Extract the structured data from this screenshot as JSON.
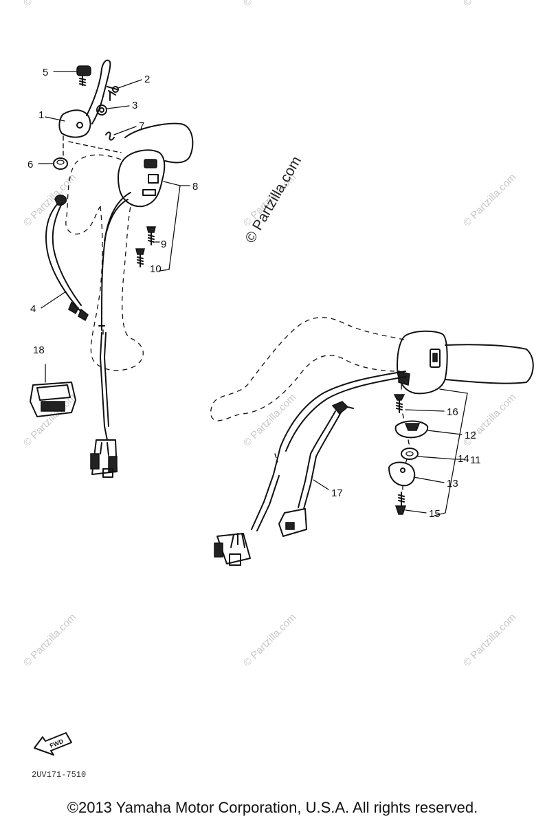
{
  "watermark": {
    "text": "© Partzilla.com"
  },
  "callouts": [
    {
      "id": "1",
      "label": "1"
    },
    {
      "id": "2",
      "label": "2"
    },
    {
      "id": "3",
      "label": "3"
    },
    {
      "id": "4",
      "label": "4"
    },
    {
      "id": "5",
      "label": "5"
    },
    {
      "id": "6",
      "label": "6"
    },
    {
      "id": "7",
      "label": "7"
    },
    {
      "id": "8",
      "label": "8"
    },
    {
      "id": "9",
      "label": "9"
    },
    {
      "id": "10",
      "label": "10"
    },
    {
      "id": "11",
      "label": "11"
    },
    {
      "id": "12",
      "label": "12"
    },
    {
      "id": "13",
      "label": "13"
    },
    {
      "id": "14",
      "label": "14"
    },
    {
      "id": "15",
      "label": "15"
    },
    {
      "id": "16",
      "label": "16"
    },
    {
      "id": "17",
      "label": "17"
    },
    {
      "id": "18",
      "label": "18"
    }
  ],
  "forward_arrow": {
    "text": "FWD"
  },
  "diagram_code": "2UV171-7510",
  "copyright": "©2013 Yamaha Motor Corporation, U.S.A. All rights reserved."
}
